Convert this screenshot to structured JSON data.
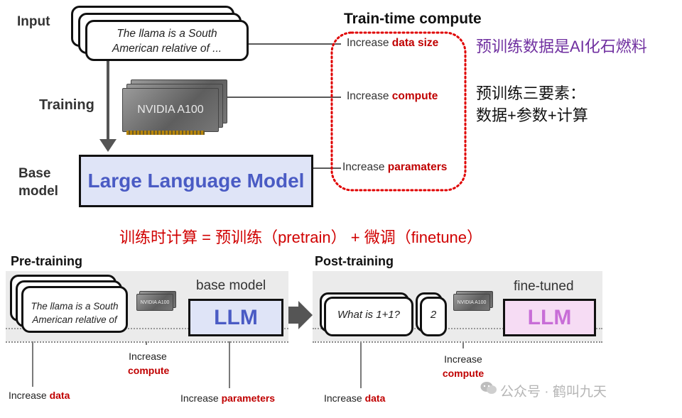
{
  "top": {
    "input_label": "Input",
    "input_text_line1": "The llama is a South",
    "input_text_line2": "American relative of ...",
    "training_label": "Training",
    "gpu_label": "NVIDIA A100",
    "base_label_line1": "Base",
    "base_label_line2": "model",
    "llm_box": "Large Language Model",
    "train_time_title": "Train-time compute",
    "increase": "Increase",
    "data_size": "data size",
    "compute": "compute",
    "paramaters": "paramaters",
    "note1": "预训练数据是AI化石燃料",
    "note2_line1": "预训练三要素：",
    "note2_line2": "数据+参数+计算",
    "formula": "训练时计算 = 预训练（pretrain） + 微调（finetune）"
  },
  "bottom": {
    "pretraining_title": "Pre-training",
    "posttraining_title": "Post-training",
    "pre_text_line1": "The llama is a South",
    "pre_text_line2": "American relative of",
    "gpu_small": "NVIDIA A100",
    "base_model": "base model",
    "llm": "LLM",
    "fine_tuned": "fine-tuned",
    "question": "What is 1+1?",
    "answer": "2",
    "increase": "Increase",
    "data": "data",
    "compute": "compute",
    "parameters": "parameters"
  },
  "watermark": "公众号 · 鹤叫九天",
  "colors": {
    "red": "#c00000",
    "purple": "#7030a0",
    "llm_blue": "#4a5bc4",
    "llm_box_fill": "#dfe4f7",
    "finetuned_fill": "#f6dcf4",
    "finetuned_text": "#c86dd7"
  }
}
